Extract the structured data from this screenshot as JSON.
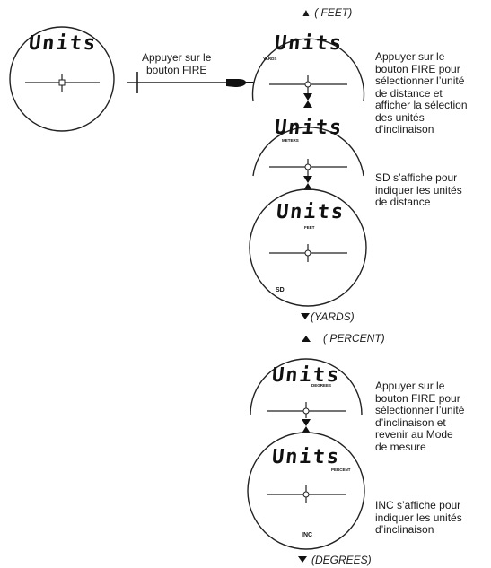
{
  "top_label": "▲ ( FEET)",
  "instruction_button": [
    "Appuyer sur le",
    "bouton FIRE"
  ],
  "lcd_text": "Units",
  "sub_labels": {
    "yards": "YARDS",
    "meters": "METERS",
    "feet": "FEET",
    "degrees": "DEGREES",
    "percent": "PERCENT"
  },
  "sd_label": "SD",
  "inc_label": "INC",
  "label_yards": "(YARDS)",
  "label_percent": "( PERCENT)",
  "label_degrees": "(DEGREES)",
  "para1": [
    "Appuyer sur le",
    "bouton FIRE pour",
    "sélectionner l’unité",
    "de distance et",
    "afficher la sélection",
    "des unités",
    "d’inclinaison"
  ],
  "para2": [
    "SD s’affiche pour",
    "indiquer les unités",
    "de distance"
  ],
  "para3": [
    "Appuyer sur le",
    "bouton FIRE pour",
    "sélectionner l’unité",
    "d’inclinaison et",
    "revenir au Mode",
    "de mesure"
  ],
  "para4": [
    "INC s’affiche pour",
    "indiquer les unités",
    "d’inclinaison"
  ]
}
